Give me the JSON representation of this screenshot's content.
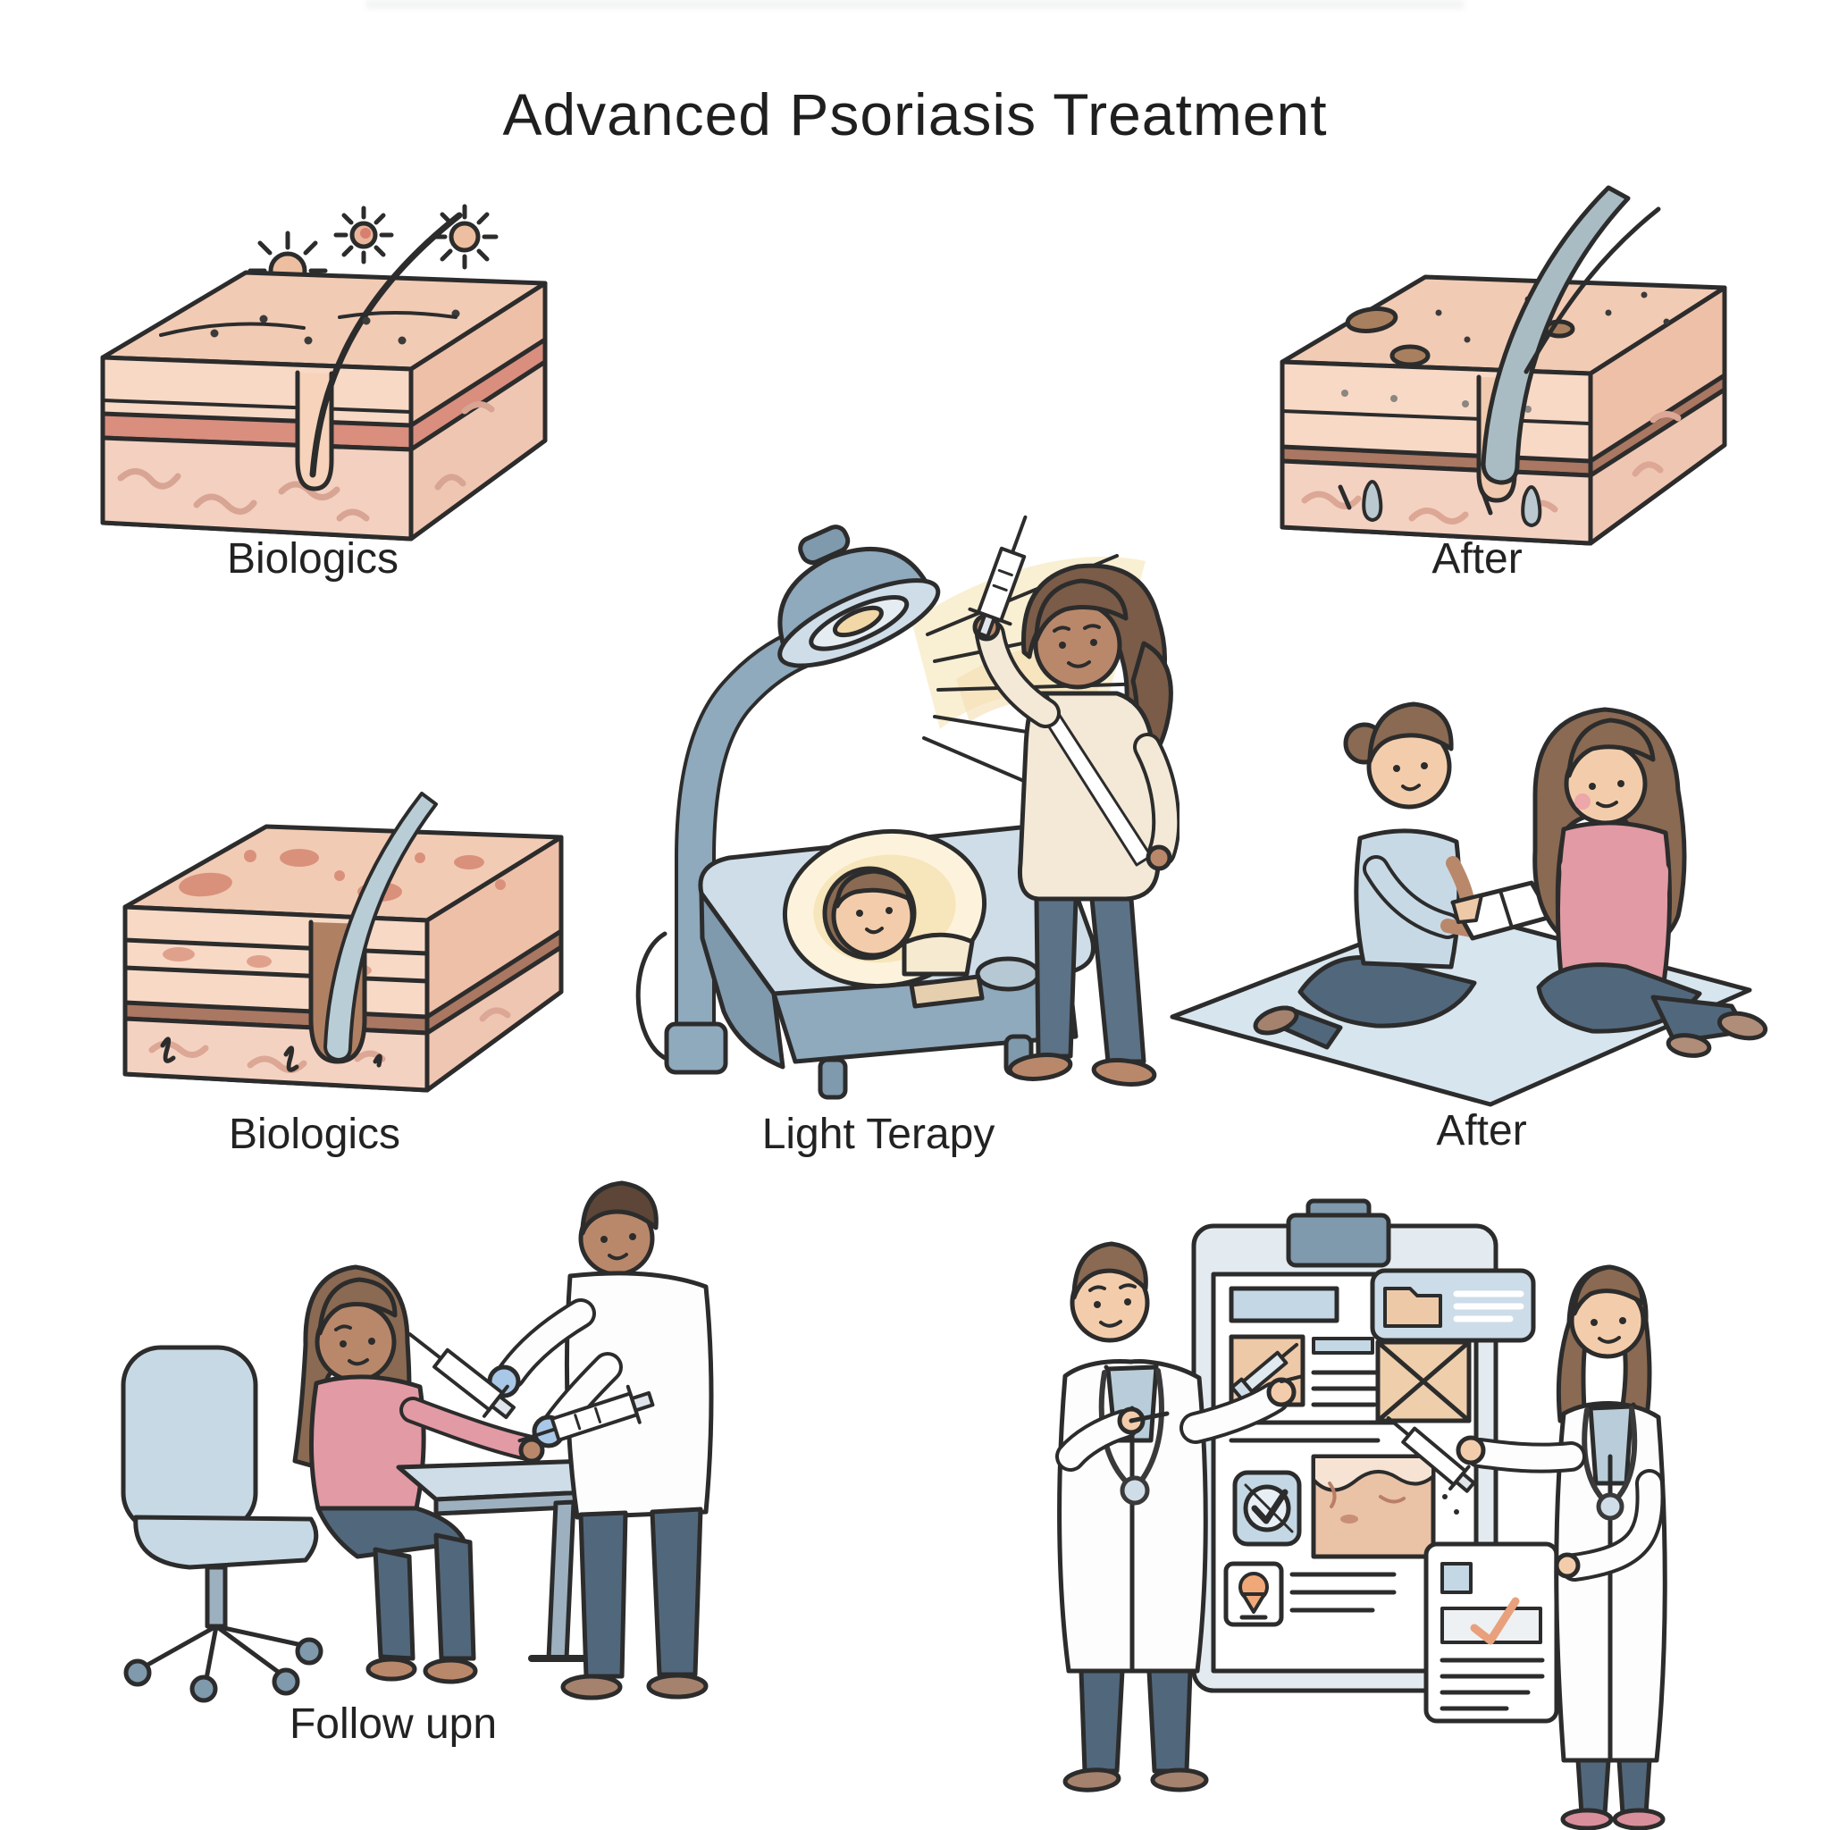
{
  "title": "Advanced Psoriasis Treatment",
  "panels": {
    "biologics_top": {
      "label": "Biologics"
    },
    "after_top": {
      "label": "After"
    },
    "biologics_mid": {
      "label": "Biologics"
    },
    "light_therapy": {
      "label": "Light Terapy"
    },
    "after_mid": {
      "label": "After"
    },
    "follow_up": {
      "label": "Follow upn"
    }
  },
  "icons": [
    "sun-icon",
    "germ-icon",
    "skin-block",
    "hair-follicle-icon",
    "uv-lamp-icon",
    "light-beam",
    "phototherapy-machine",
    "syringe-icon",
    "booklet-icon",
    "exercise-mat",
    "office-chair",
    "treatment-table",
    "towel-roll-icon",
    "medical-glove-icon",
    "clipboard-icon",
    "chat-bubble-icon",
    "folder-icon",
    "envelope-icon",
    "checkmark-icon",
    "location-pin-icon",
    "document-icon",
    "stethoscope-icon"
  ],
  "colors": {
    "background": "#ffffff",
    "ink_outline": "#2c2c2c",
    "text": "#1f1f1f",
    "skin_surface": "#f2cbb4",
    "skin_front": "#f7d9c6",
    "skin_side": "#eec0a8",
    "dermis_pink": "#d98e7e",
    "dermis_brown": "#a97762",
    "subcutis": "#f4d2c2",
    "plaque_red": "#d9917c",
    "spot_brown": "#a9805f",
    "hair_gray_blue": "#aebfc6",
    "machine_blue": "#8fa9bd",
    "machine_blue_dark": "#7f99ad",
    "machine_blue_light": "#cfdde8",
    "beam_yellow": "#f8ecca",
    "window_glow": "#fdf3dc",
    "sweater_cream": "#f4e9d7",
    "trousers_blue": "#5b7287",
    "jeans_blue": "#51677c",
    "top_pink": "#e29aa4",
    "tee_light_blue": "#c8d9e6",
    "mat_blue": "#d7e5ee",
    "coat_white": "#fdfdfd",
    "glove_blue": "#a9c7e6",
    "skin_tone_deep": "#b9886a",
    "skin_tone_light": "#f3cdab",
    "hair_brown": "#8a6a52",
    "hair_dark_brown": "#7a5c48",
    "shoe_brown": "#a5826d",
    "shoe_pink": "#d98f9b",
    "panel_tan": "#eec9a8",
    "panel_blue": "#c4d7e4",
    "pin_orange": "#f0a879",
    "check_salmon": "#e8a17c"
  }
}
